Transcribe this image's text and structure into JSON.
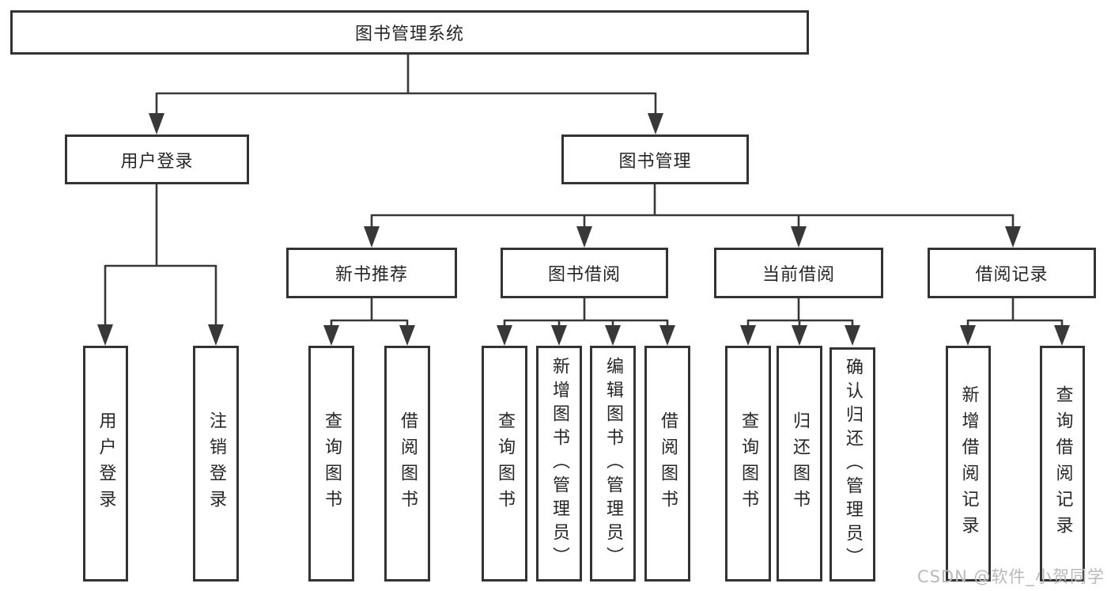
{
  "diagram": {
    "title": "图书管理系统",
    "colors": {
      "line": "#383838",
      "border": "#333333",
      "text": "#262626",
      "watermark": "#b9b9b9",
      "background": "#ffffff"
    },
    "nodes": {
      "root": "图书管理系统",
      "l2": [
        "用户登录",
        "图书管理"
      ],
      "l3": [
        "新书推荐",
        "图书借阅",
        "当前借阅",
        "借阅记录"
      ],
      "leaves_login": [
        "用户登录",
        "注销登录"
      ],
      "leaves_newbook": [
        "查询图书",
        "借阅图书"
      ],
      "leaves_borrow": [
        "查询图书",
        "新增图书（管理员）",
        "编辑图书（管理员）",
        "借阅图书"
      ],
      "leaves_current": [
        "查询图书",
        "归还图书",
        "确认归还（管理员）"
      ],
      "leaves_records": [
        "新增借阅记录",
        "查询借阅记录"
      ]
    },
    "watermark": "CSDN @软件_小贺同学"
  }
}
